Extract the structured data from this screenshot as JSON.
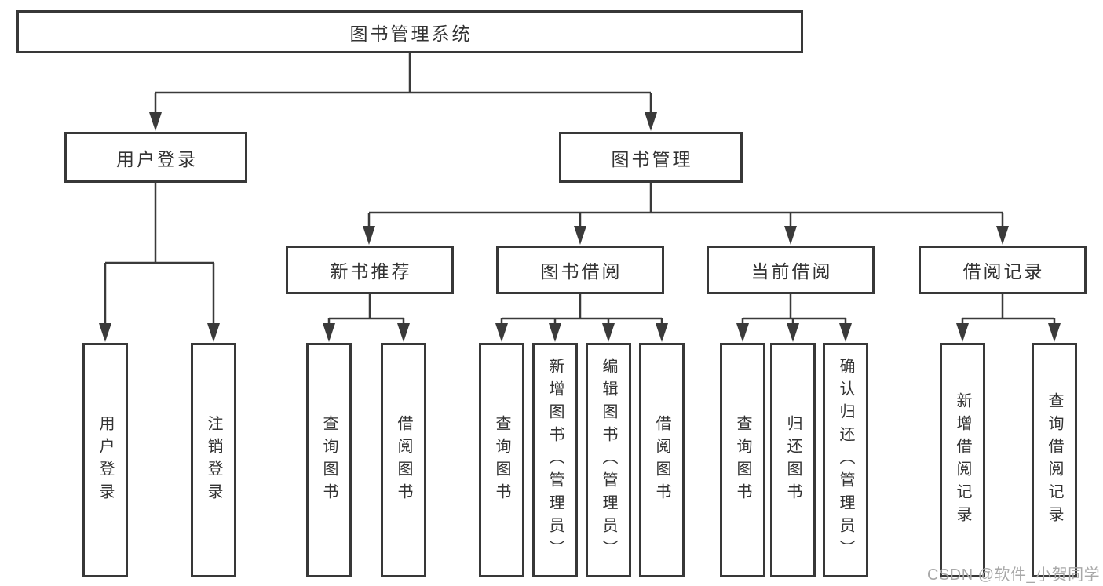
{
  "diagram_title": "图书管理系统",
  "nodes": {
    "root": {
      "label": "图书管理系统"
    },
    "level2": {
      "user_login": {
        "label": "用户登录"
      },
      "book_mgmt": {
        "label": "图书管理"
      }
    },
    "level3": {
      "new_book": {
        "label": "新书推荐",
        "parent": "图书管理"
      },
      "book_borrow": {
        "label": "图书借阅",
        "parent": "图书管理"
      },
      "current_borrow": {
        "label": "当前借阅",
        "parent": "图书管理"
      },
      "borrow_record": {
        "label": "借阅记录",
        "parent": "图书管理"
      }
    },
    "leaves": {
      "user_login_leaf": {
        "label": "用户登录",
        "parent": "用户登录"
      },
      "logout": {
        "label": "注销登录",
        "parent": "用户登录"
      },
      "query_book_1": {
        "label": "查询图书",
        "parent": "新书推荐"
      },
      "borrow_book_1": {
        "label": "借阅图书",
        "parent": "新书推荐"
      },
      "query_book_2": {
        "label": "查询图书",
        "parent": "图书借阅"
      },
      "add_book_admin": {
        "label": "新增图书（管理员）",
        "parent": "图书借阅"
      },
      "edit_book_admin": {
        "label": "编辑图书（管理员）",
        "parent": "图书借阅"
      },
      "borrow_book_2": {
        "label": "借阅图书",
        "parent": "图书借阅"
      },
      "query_book_3": {
        "label": "查询图书",
        "parent": "当前借阅"
      },
      "return_book": {
        "label": "归还图书",
        "parent": "当前借阅"
      },
      "confirm_return_admin": {
        "label": "确认归还（管理员）",
        "parent": "当前借阅"
      },
      "add_borrow_record": {
        "label": "新增借阅记录",
        "parent": "借阅记录"
      },
      "query_borrow_record": {
        "label": "查询借阅记录",
        "parent": "借阅记录"
      }
    }
  },
  "watermark": {
    "text": "CSDN @软件_小贺同学"
  },
  "colors": {
    "line": "#3a3a3a",
    "border": "#383838",
    "text": "#333333",
    "watermark": "#a8a8a8",
    "background": "#ffffff"
  }
}
